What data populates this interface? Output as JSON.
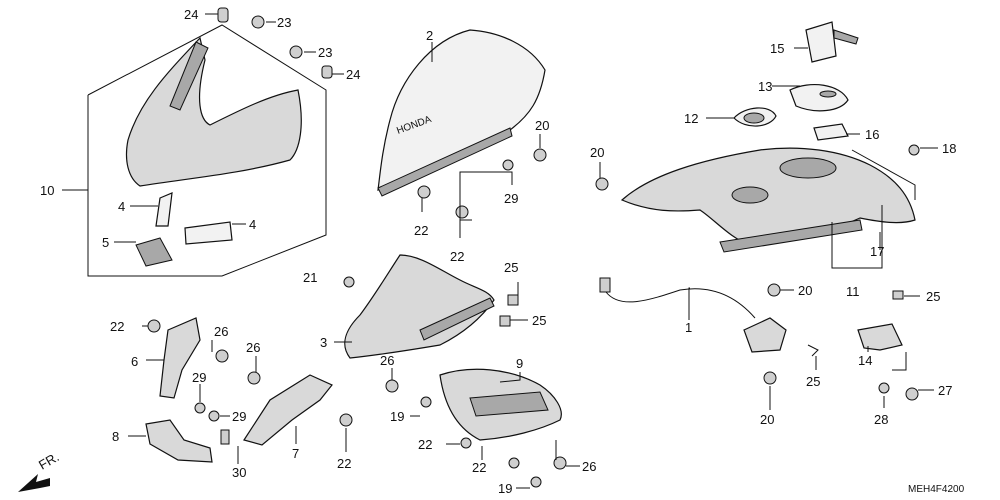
{
  "diagram": {
    "code": "MEH4F4200",
    "front_marker": "FR.",
    "brand_mark": "HONDA"
  },
  "callouts": [
    {
      "id": "c24a",
      "text": "24"
    },
    {
      "id": "c23a",
      "text": "23"
    },
    {
      "id": "c23b",
      "text": "23"
    },
    {
      "id": "c24b",
      "text": "24"
    },
    {
      "id": "c10",
      "text": "10"
    },
    {
      "id": "c4a",
      "text": "4"
    },
    {
      "id": "c4b",
      "text": "4"
    },
    {
      "id": "c5",
      "text": "5"
    },
    {
      "id": "c2",
      "text": "2"
    },
    {
      "id": "c20a",
      "text": "20"
    },
    {
      "id": "c29a",
      "text": "29"
    },
    {
      "id": "c22a",
      "text": "22"
    },
    {
      "id": "c22b",
      "text": "22"
    },
    {
      "id": "c15",
      "text": "15"
    },
    {
      "id": "c13",
      "text": "13"
    },
    {
      "id": "c12",
      "text": "12"
    },
    {
      "id": "c16",
      "text": "16"
    },
    {
      "id": "c18",
      "text": "18"
    },
    {
      "id": "c20b",
      "text": "20"
    },
    {
      "id": "c17",
      "text": "17"
    },
    {
      "id": "c11",
      "text": "11"
    },
    {
      "id": "c20c",
      "text": "20"
    },
    {
      "id": "c25a",
      "text": "25"
    },
    {
      "id": "c21",
      "text": "21"
    },
    {
      "id": "c25b",
      "text": "25"
    },
    {
      "id": "c25c",
      "text": "25"
    },
    {
      "id": "c3",
      "text": "3"
    },
    {
      "id": "c22c",
      "text": "22"
    },
    {
      "id": "c26a",
      "text": "26"
    },
    {
      "id": "c6",
      "text": "6"
    },
    {
      "id": "c26b",
      "text": "26"
    },
    {
      "id": "c29b",
      "text": "29"
    },
    {
      "id": "c29c",
      "text": "29"
    },
    {
      "id": "c8",
      "text": "8"
    },
    {
      "id": "c30",
      "text": "30"
    },
    {
      "id": "c7",
      "text": "7"
    },
    {
      "id": "c22d",
      "text": "22"
    },
    {
      "id": "c26c",
      "text": "26"
    },
    {
      "id": "c19a",
      "text": "19"
    },
    {
      "id": "c9",
      "text": "9"
    },
    {
      "id": "c22e",
      "text": "22"
    },
    {
      "id": "c22f",
      "text": "22"
    },
    {
      "id": "c19b",
      "text": "19"
    },
    {
      "id": "c26d",
      "text": "26"
    },
    {
      "id": "c1",
      "text": "1"
    },
    {
      "id": "c25d",
      "text": "25"
    },
    {
      "id": "c20d",
      "text": "20"
    },
    {
      "id": "c14",
      "text": "14"
    },
    {
      "id": "c27",
      "text": "27"
    },
    {
      "id": "c28",
      "text": "28"
    }
  ]
}
